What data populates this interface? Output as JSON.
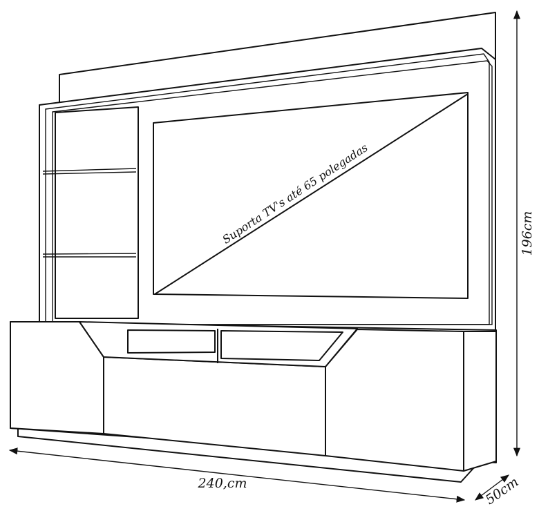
{
  "diagram": {
    "type": "furniture-line-drawing",
    "tv_label": "Suporta TV's até 65 polegadas",
    "dimensions": {
      "height": "196cm",
      "width": "240,cm",
      "depth": "50cm"
    },
    "colors": {
      "stroke": "#111111",
      "background": "#ffffff"
    }
  }
}
